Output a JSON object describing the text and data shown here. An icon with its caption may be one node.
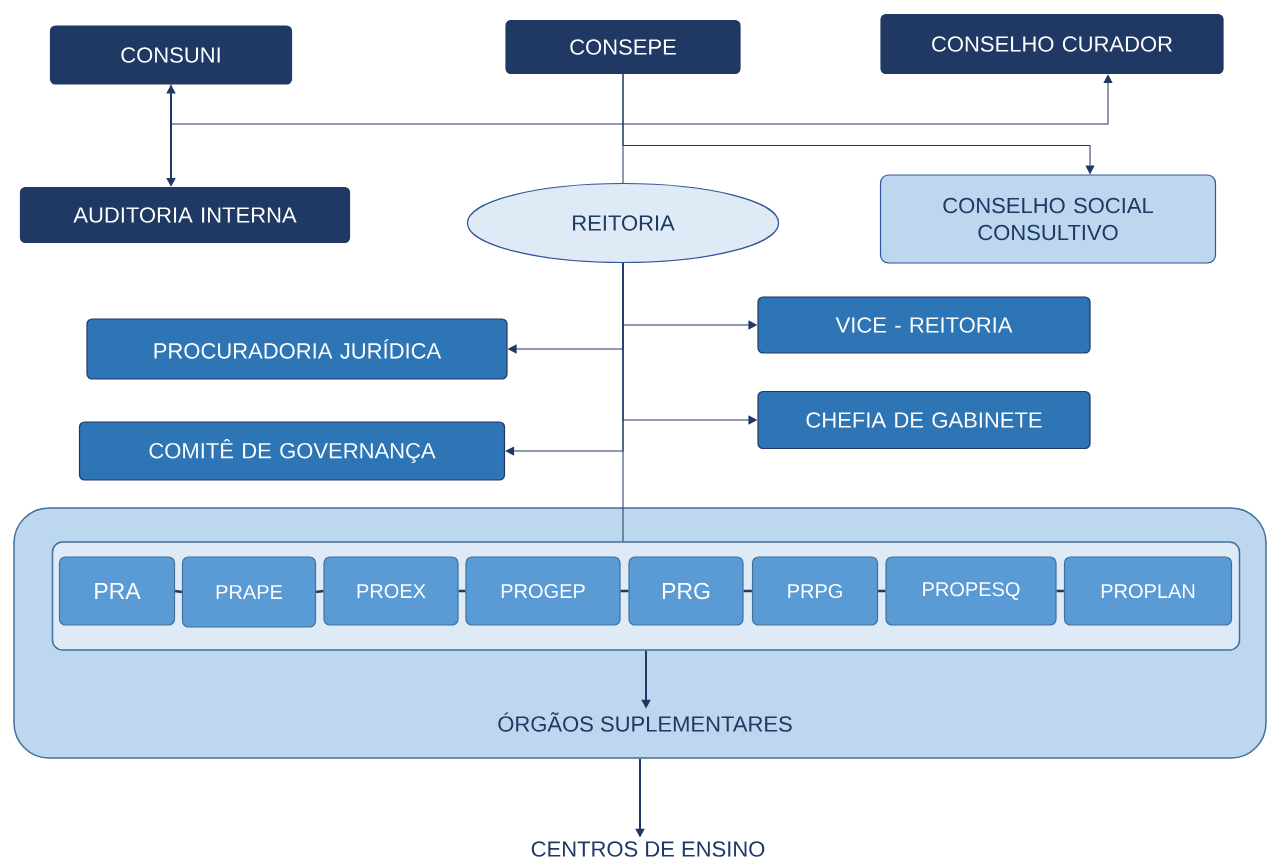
{
  "diagram": {
    "nodes": [
      {
        "text": [
          "CONSUNI"
        ]
      },
      {
        "text": [
          "CONSEPE"
        ]
      },
      {
        "text": [
          "CONSELHO CURADOR"
        ]
      },
      {
        "text": [
          "AUDITORIA INTERNA"
        ]
      },
      {
        "text": [
          "REITORIA"
        ]
      },
      {
        "text": [
          "CONSELHO SOCIAL CONSULTIVO"
        ]
      },
      {
        "text": [
          "VICE - REITORIA"
        ]
      },
      {
        "text": [
          "PROCURADORIA JURÍDICA"
        ]
      },
      {
        "text": [
          "CHEFIA DE GABINETE"
        ]
      },
      {
        "text": [
          "COMITÊ DE GOVERNANÇA"
        ]
      },
      {
        "text": [],
        "shape": "box"
      },
      {
        "text": [],
        "shape": "box",
        "in": 10
      },
      {
        "text": [
          "PRA"
        ],
        "in": 11
      },
      {
        "text": [
          "PRAPE"
        ],
        "in": 11
      },
      {
        "text": [
          "PROEX"
        ],
        "in": 11
      },
      {
        "text": [
          "PROGEP"
        ],
        "in": 11
      },
      {
        "text": [
          "PRG"
        ],
        "in": 11
      },
      {
        "text": [
          "PRPG"
        ],
        "in": 11
      },
      {
        "text": [
          "PROPESQ"
        ],
        "in": 11
      },
      {
        "text": [
          "PROPLAN"
        ],
        "in": 11
      },
      {
        "text": [
          "ÓRGÃOS SUPLEMENTARES"
        ],
        "in": 10
      },
      {
        "text": [
          "CENTROS DE ENSINO"
        ]
      }
    ],
    "edges": [
      {
        "from": 0,
        "to": 3,
        "arrow": "both"
      },
      {
        "from": 0,
        "to": 2,
        "arrow": "to"
      },
      {
        "from": 1,
        "to": 4,
        "arrow": "none"
      },
      {
        "from": 1,
        "to": 5,
        "arrow": "to"
      },
      {
        "from": 4,
        "to": 11,
        "arrow": "none"
      },
      {
        "from": 4,
        "to": 6,
        "arrow": "to"
      },
      {
        "from": 4,
        "to": 7,
        "arrow": "to"
      },
      {
        "from": 4,
        "to": 8,
        "arrow": "to"
      },
      {
        "from": 4,
        "to": 9,
        "arrow": "to"
      },
      {
        "from": 12,
        "to": 13,
        "arrow": "none"
      },
      {
        "from": 13,
        "to": 14,
        "arrow": "none"
      },
      {
        "from": 14,
        "to": 15,
        "arrow": "none"
      },
      {
        "from": 15,
        "to": 16,
        "arrow": "none"
      },
      {
        "from": 16,
        "to": 17,
        "arrow": "none"
      },
      {
        "from": 17,
        "to": 18,
        "arrow": "none"
      },
      {
        "from": 18,
        "to": 19,
        "arrow": "none"
      },
      {
        "from": 11,
        "to": 20,
        "arrow": "to"
      },
      {
        "from": 10,
        "to": 21,
        "arrow": "to"
      }
    ]
  }
}
